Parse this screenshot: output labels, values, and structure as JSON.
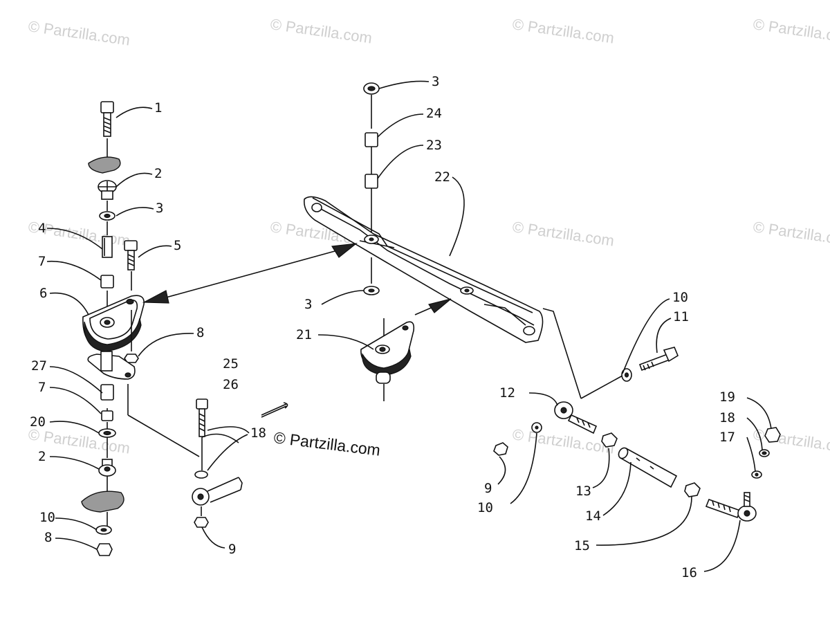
{
  "watermark": {
    "text": "© Partzilla.com",
    "copyright_notice": "© Partzilla.com"
  },
  "callouts": {
    "c1": "1",
    "c2a": "2",
    "c3a": "3",
    "c4": "4",
    "c5": "5",
    "c6": "6",
    "c7a": "7",
    "c8a": "8",
    "c27": "27",
    "c7b": "7",
    "c20": "20",
    "c2b": "2",
    "c10a": "10",
    "c8b": "8",
    "c25": "25",
    "c26": "26",
    "c18a": "18",
    "c9a": "9",
    "c3b": "3",
    "c24": "24",
    "c23": "23",
    "c22": "22",
    "c3c": "3",
    "c21": "21",
    "c10b": "10",
    "c11": "11",
    "c12": "12",
    "c9b": "9",
    "c10c": "10",
    "c13": "13",
    "c14": "14",
    "c15": "15",
    "c16": "16",
    "c19": "19",
    "c18b": "18",
    "c17": "17"
  }
}
